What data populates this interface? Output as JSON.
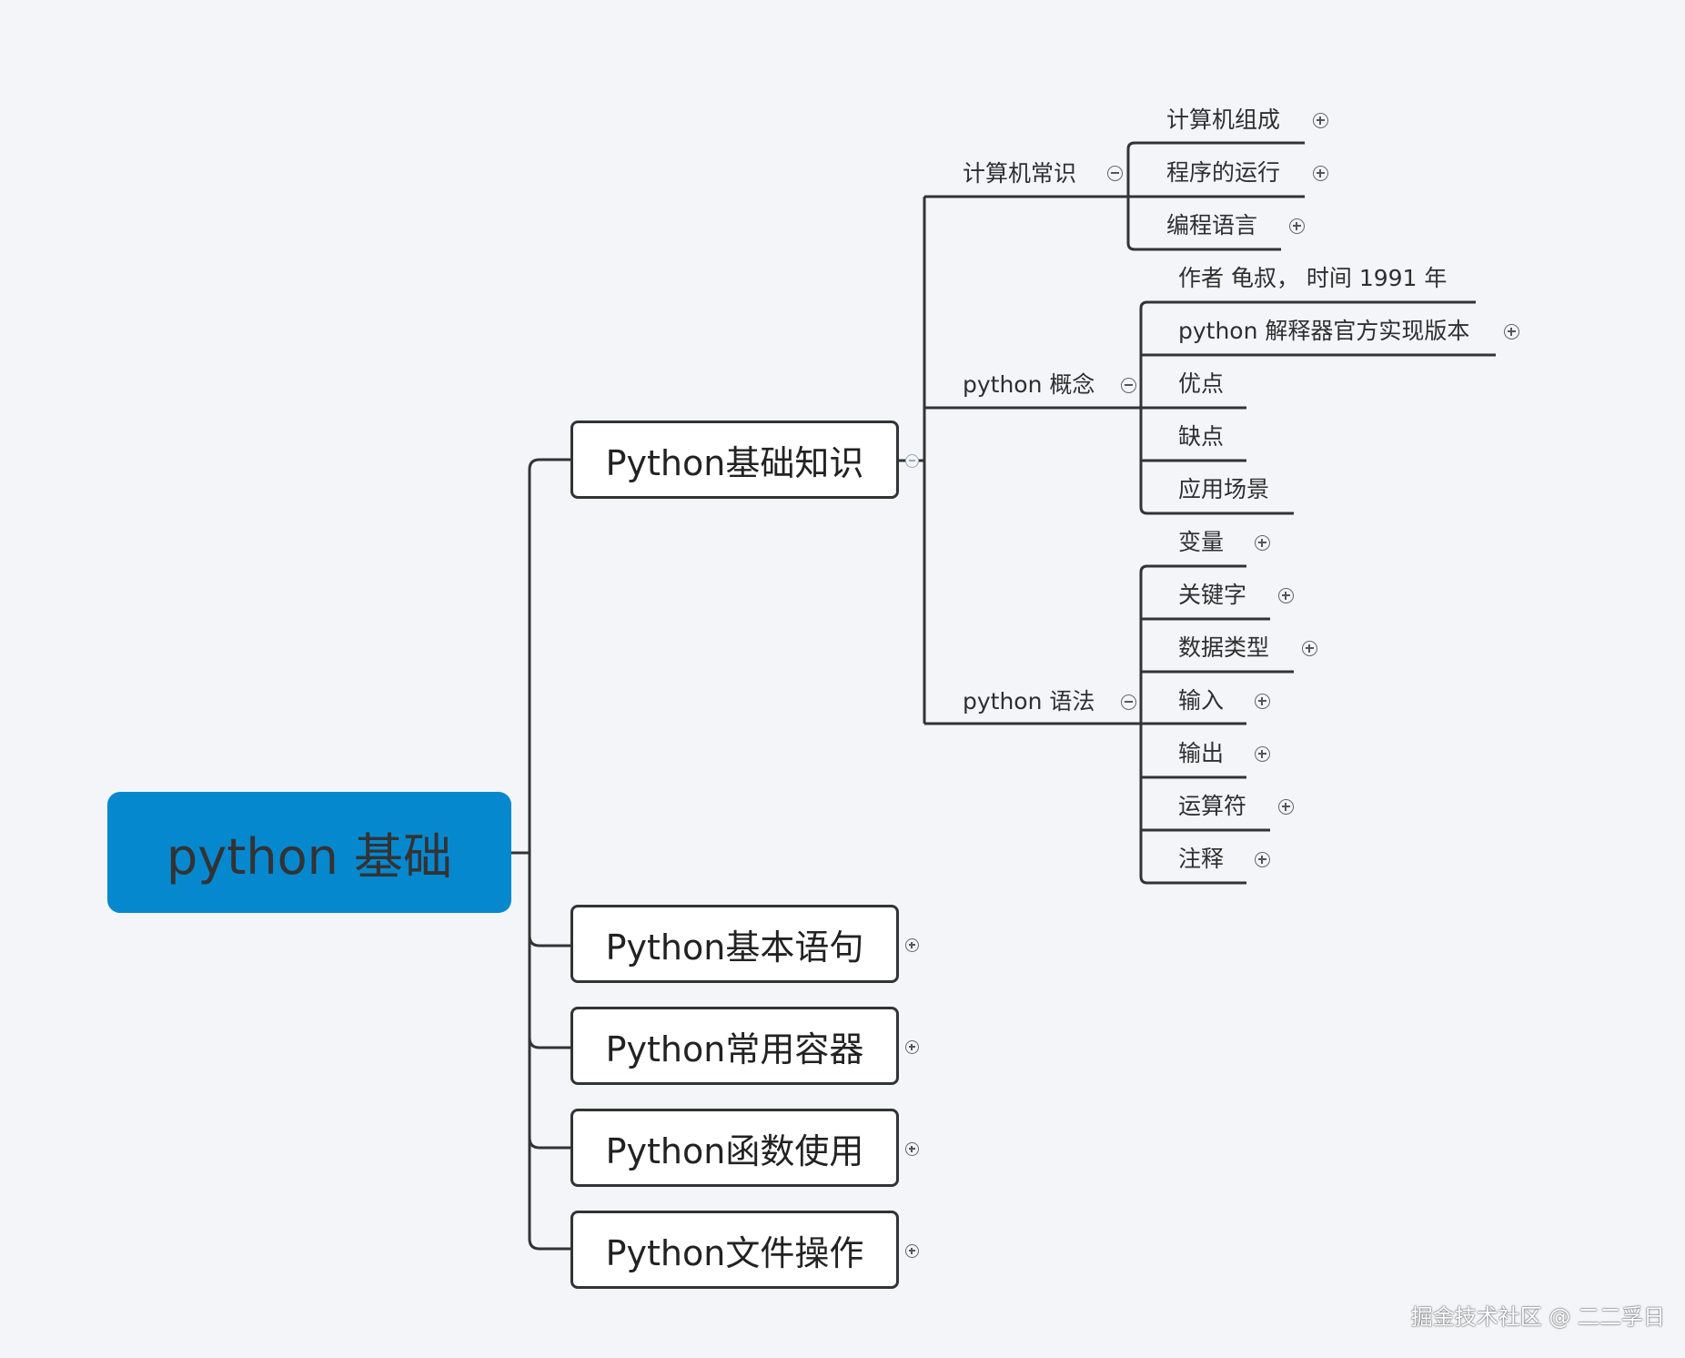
{
  "root": {
    "label": "python 基础",
    "color": "#0688cf"
  },
  "main_nodes": [
    {
      "label": "Python基础知识"
    },
    {
      "label": "Python基本语句"
    },
    {
      "label": "Python常用容器"
    },
    {
      "label": "Python函数使用"
    },
    {
      "label": "Python文件操作"
    }
  ],
  "level2": [
    {
      "label": "计算机常识"
    },
    {
      "label": "python 概念"
    },
    {
      "label": "python 语法"
    }
  ],
  "level3": {
    "computer": [
      {
        "label": "计算机组成"
      },
      {
        "label": "程序的运行"
      },
      {
        "label": "编程语言"
      }
    ],
    "concept": [
      {
        "label": "作者 龟叔， 时间 1991 年"
      },
      {
        "label": "python 解释器官方实现版本"
      },
      {
        "label": "优点"
      },
      {
        "label": "缺点"
      },
      {
        "label": "应用场景"
      }
    ],
    "syntax": [
      {
        "label": "变量"
      },
      {
        "label": "关键字"
      },
      {
        "label": "数据类型"
      },
      {
        "label": "输入"
      },
      {
        "label": "输出"
      },
      {
        "label": "运算符"
      },
      {
        "label": "注释"
      }
    ]
  },
  "watermark": "掘金技术社区 @ 二二孚日"
}
